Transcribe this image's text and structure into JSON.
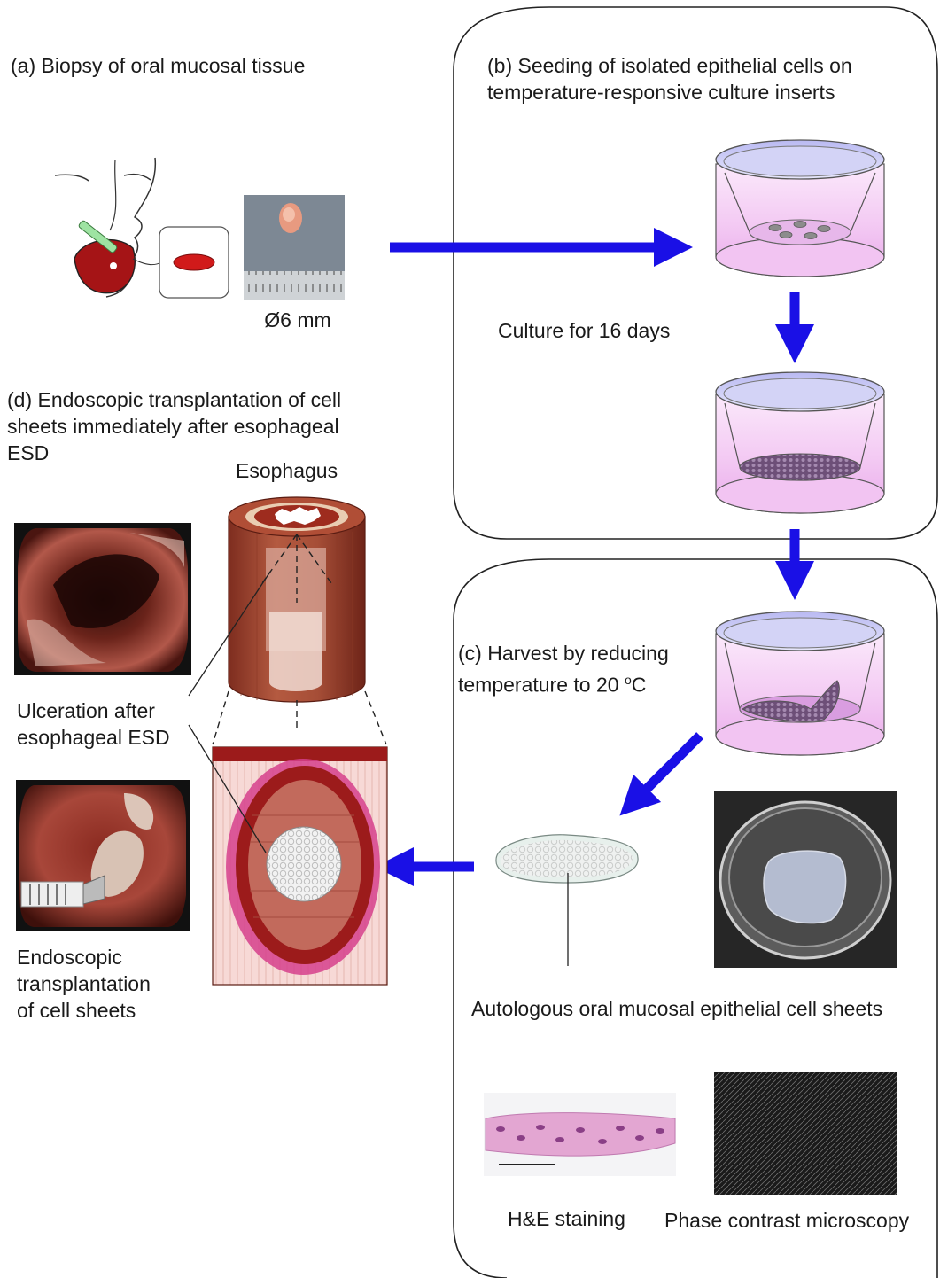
{
  "panels": {
    "a": {
      "title": "(a) Biopsy of oral mucosal tissue",
      "size_label": "Ø6 mm"
    },
    "b": {
      "title": "(b) Seeding of isolated epithelial cells on\ntemperature-responsive culture inserts",
      "culture_label": "Culture for 16 days"
    },
    "c": {
      "title": "(c) Harvest by reducing\ntemperature to 20 ",
      "title_sup": "o",
      "title_unit": "C",
      "sheets_label": "Autologous oral mucosal epithelial cell sheets",
      "he_label": "H&E staining",
      "phase_label": "Phase contrast microscopy"
    },
    "d": {
      "title": "(d) Endoscopic transplantation of cell\nsheets immediately after esophageal\nESD",
      "esophagus_label": "Esophagus",
      "ulceration_label": "Ulceration after\nesophageal ESD",
      "transplant_label": "Endoscopic\ntransplantation\nof cell sheets"
    }
  },
  "colors": {
    "arrow": "#1a10e6",
    "insert_medium": "#f1c8f2",
    "tissue_red": "#9c1b1b",
    "esophagus_brown": "#a8503a"
  }
}
